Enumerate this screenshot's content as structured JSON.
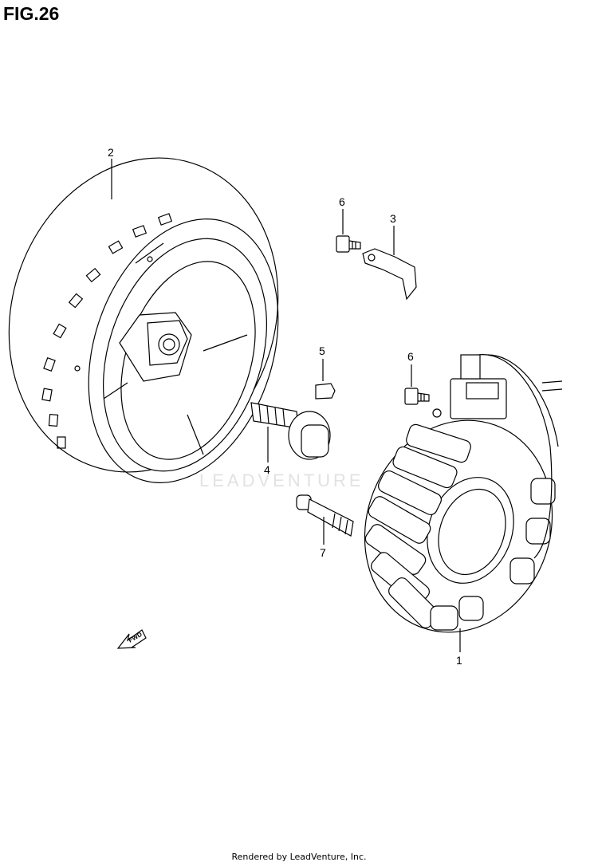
{
  "figure_title": "FIG.26",
  "watermark": "LEADVENTURE",
  "direction_label": "FWD",
  "footer": "Rendered by LeadVenture, Inc.",
  "callouts": [
    {
      "id": "2",
      "label": "2"
    },
    {
      "id": "6a",
      "label": "6"
    },
    {
      "id": "3",
      "label": "3"
    },
    {
      "id": "5",
      "label": "5"
    },
    {
      "id": "6b",
      "label": "6"
    },
    {
      "id": "4",
      "label": "4"
    },
    {
      "id": "7",
      "label": "7"
    },
    {
      "id": "1",
      "label": "1"
    }
  ]
}
